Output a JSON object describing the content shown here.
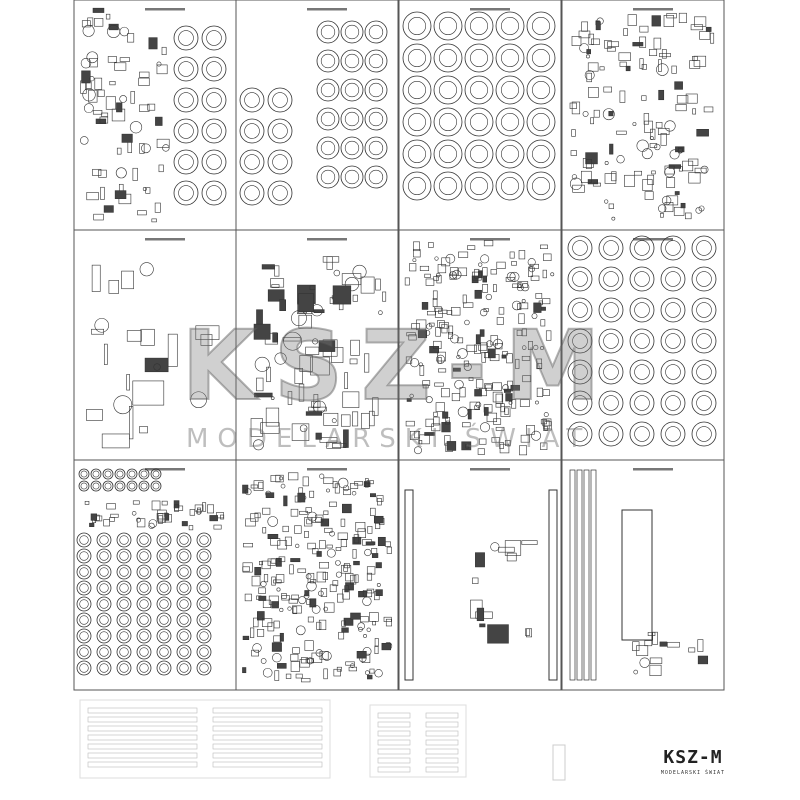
{
  "watermark": {
    "brand": "KSZ-M",
    "tagline": "MODELARSKI ŚWIAT"
  },
  "logo": {
    "brand": "KSZ-M",
    "tagline": "MODELARSKI ŚWIAT"
  },
  "colors": {
    "line": "#333333",
    "paper": "#ffffff",
    "border": "#555555"
  }
}
